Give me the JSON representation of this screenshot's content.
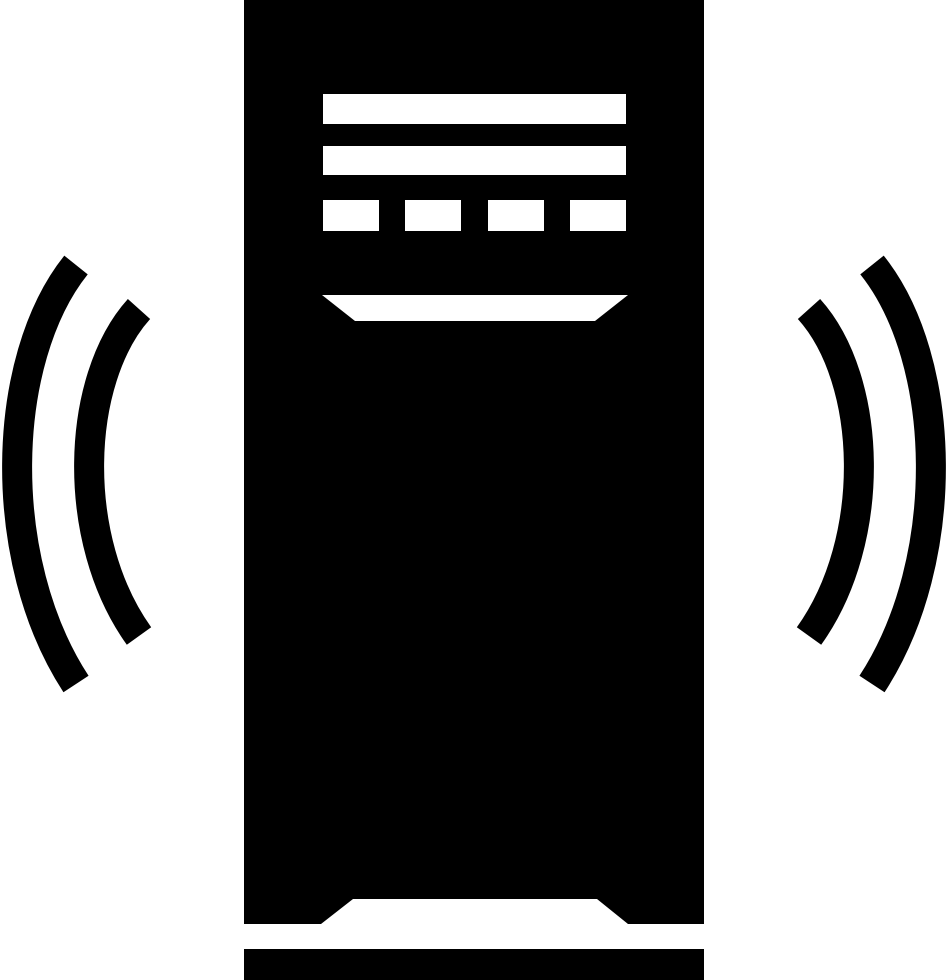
{
  "icon": {
    "name": "wireless-server-tower-icon",
    "foreground": "#000000",
    "background": "#ffffff",
    "parts": [
      "server-tower",
      "signal-waves-left",
      "signal-waves-right",
      "base"
    ]
  }
}
